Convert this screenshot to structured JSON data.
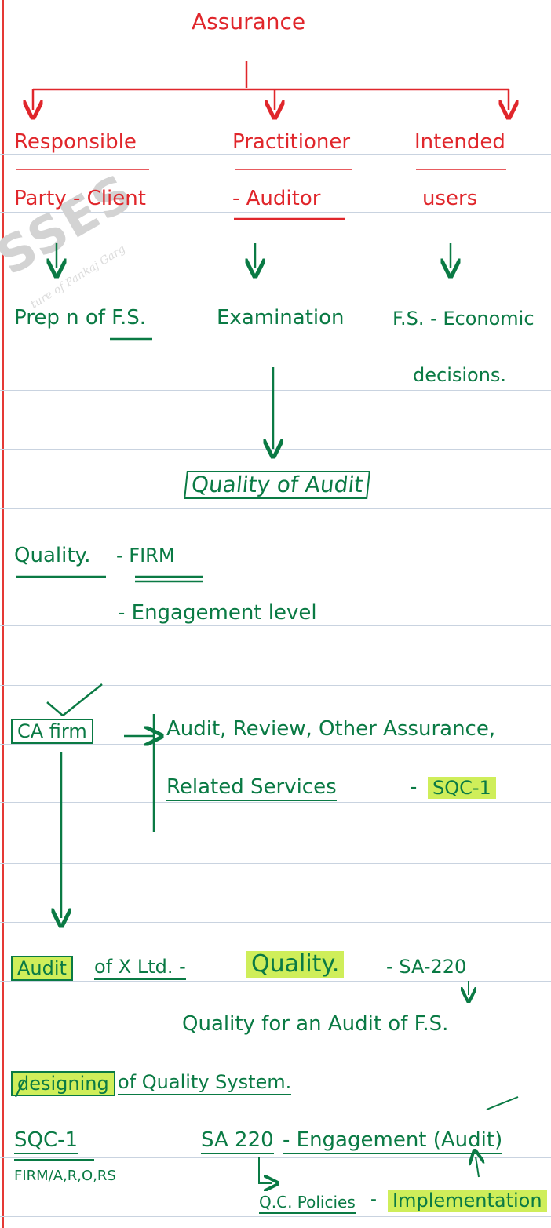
{
  "watermark": {
    "big": "SSES",
    "small": "ture of Pankaj Garg"
  },
  "header": {
    "title": "Assurance"
  },
  "parties": [
    {
      "line1": "Responsible",
      "line2": "Party - Client",
      "role": "Prep n of F.S."
    },
    {
      "line1": "Practitioner",
      "line2": "- Auditor",
      "role": "Examination"
    },
    {
      "line1": "Intended",
      "line2": "users",
      "role": "F.S. - Economic",
      "role2": "decisions."
    }
  ],
  "quality_box": "Quality of Audit",
  "quality_levels": {
    "label": "Quality.",
    "firm": "- FIRM",
    "engagement": "- Engagement level"
  },
  "ca_firm": {
    "label": "CA firm",
    "services_line1": "Audit, Review, Other Assurance,",
    "services_line2": "Related Services",
    "sqc_prefix": "-",
    "sqc": "SQC-1"
  },
  "audit_line": {
    "audit": "Audit",
    "of": "of X Ltd. -",
    "quality": "Quality.",
    "sa": "- SA-220",
    "desc": "Quality for an Audit of F.S."
  },
  "designing": {
    "word": "designing",
    "rest": "of Quality System."
  },
  "footer": {
    "sqc": "SQC-1",
    "sqc_scope": "FIRM/A,R,O,RS",
    "sa220": "SA 220",
    "sa220_rest": "- Engagement (Audit)",
    "qc": "Q.C. Policies",
    "qc_dash": "-",
    "implementation": "Implementation"
  },
  "colors": {
    "red": "#e0262b",
    "green": "#0a7a44",
    "highlight": "#cfee5a",
    "rule": "#c9d3e0"
  }
}
